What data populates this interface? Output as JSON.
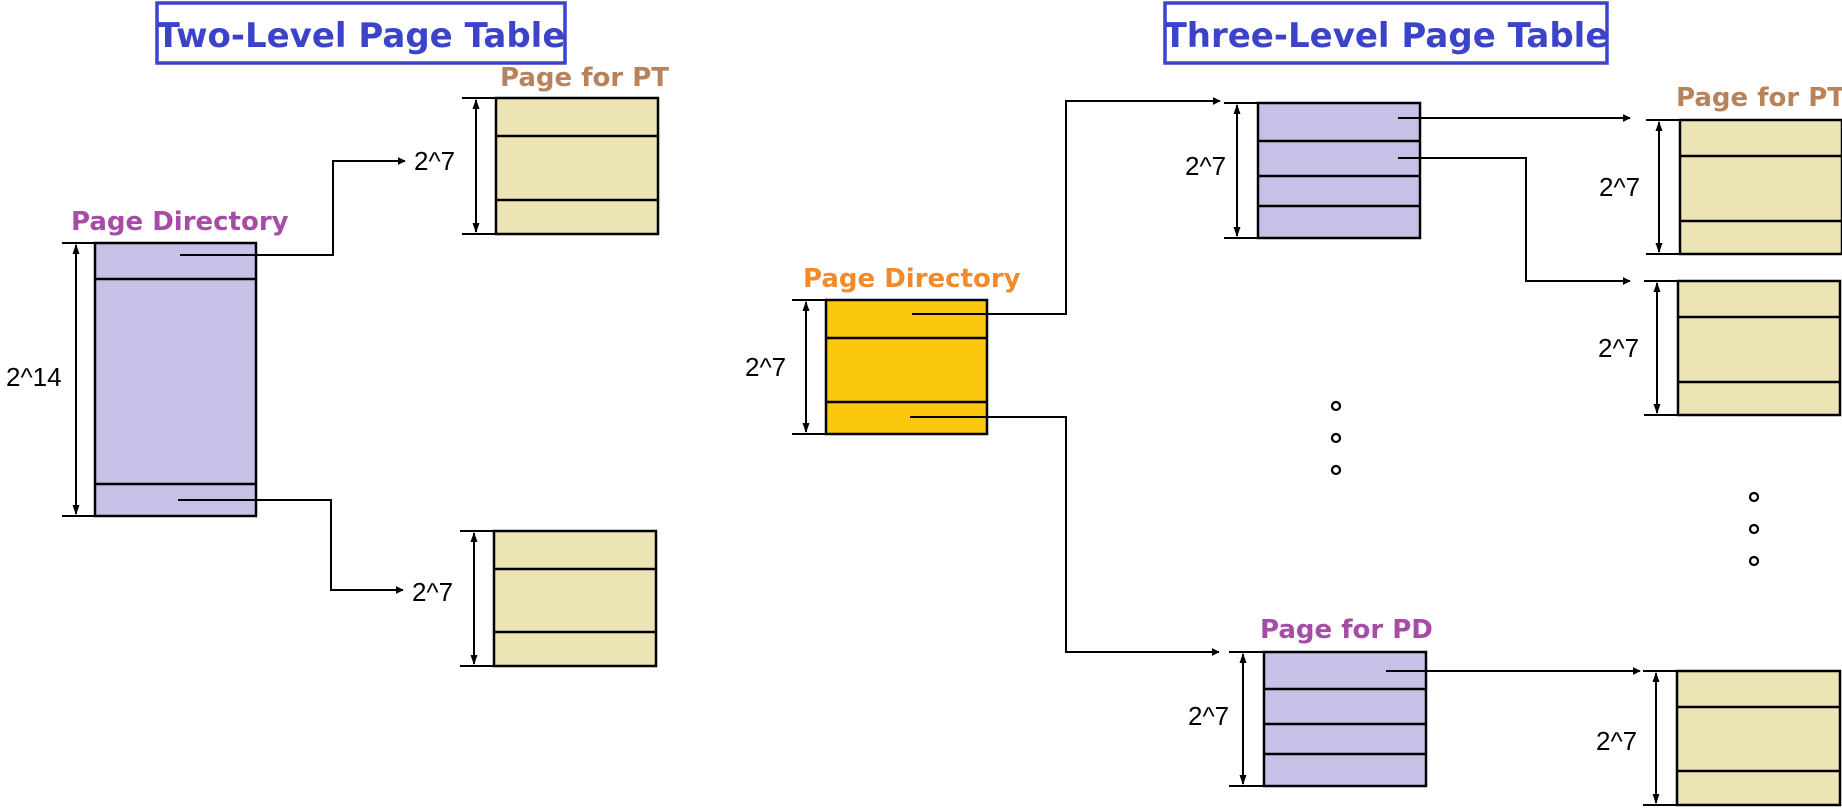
{
  "colors": {
    "title_border": "#3b43c8",
    "title_text": "#3b43c8",
    "directory_fill": "#c8c0e6",
    "top_directory_fill": "#fcc70f",
    "page_table_fill": "#ede4b5",
    "label_purple": "#a64ca6",
    "label_brown": "#b8825a",
    "label_orange": "#f28a2b"
  },
  "two_level": {
    "title": "Two-Level Page Table",
    "directory_label": "Page Directory",
    "directory_size": "2^14",
    "page_table_label": "Page for PT",
    "page_table_top_size": "2^7",
    "page_table_bottom_size": "2^7"
  },
  "three_level": {
    "title": "Three-Level Page Table",
    "top_directory_label": "Page Directory",
    "top_directory_size": "2^7",
    "pd_top_size": "2^7",
    "pd_bottom_label": "Page for PD",
    "pd_bottom_size": "2^7",
    "pt_label": "Page for PT",
    "pt1_size": "2^7",
    "pt2_size": "2^7",
    "pt3_size": "2^7"
  }
}
